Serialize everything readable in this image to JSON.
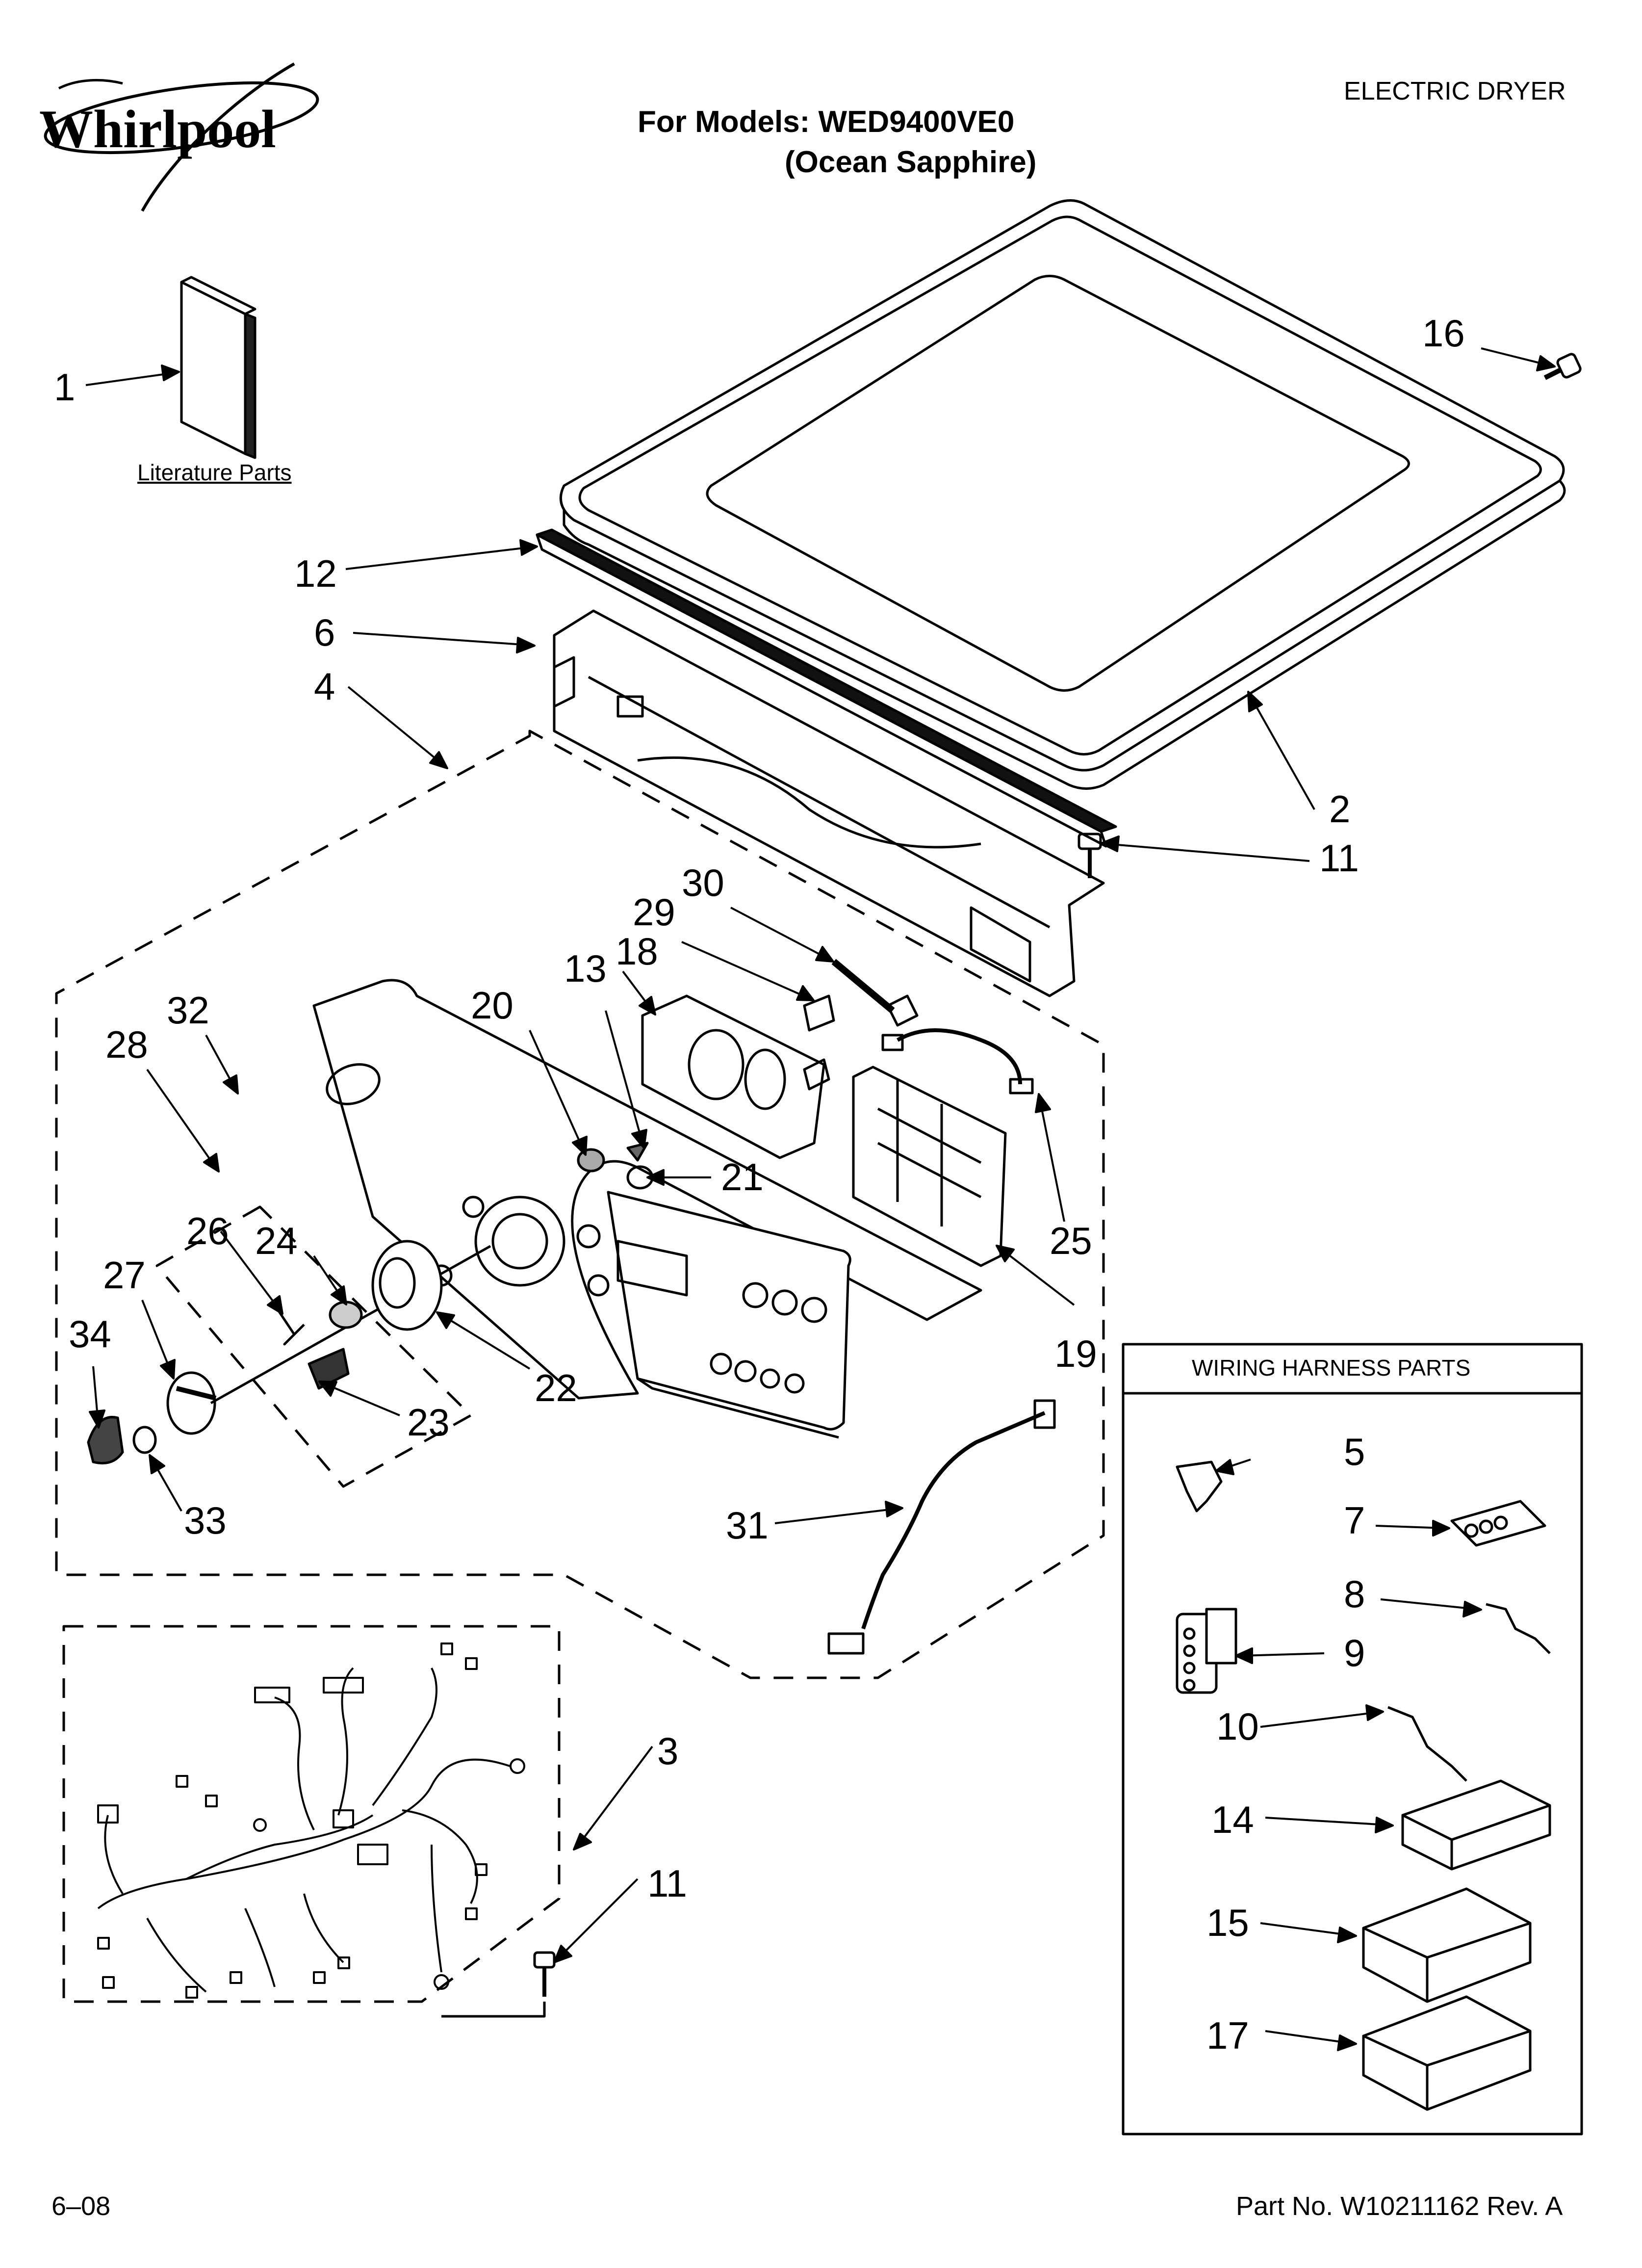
{
  "header": {
    "brand": "Whirlpool",
    "product_type": "ELECTRIC DRYER",
    "models_line": "For Models: WED9400VE0",
    "color_line": "(Ocean Sapphire)"
  },
  "footer": {
    "date": "6–08",
    "part_number": "Part No. W10211162 Rev. A"
  },
  "labels": {
    "literature": "Literature Parts",
    "wiring_harness": "WIRING HARNESS PARTS"
  },
  "callouts": [
    {
      "id": "c1",
      "text": "1"
    },
    {
      "id": "c2",
      "text": "2"
    },
    {
      "id": "c3",
      "text": "3"
    },
    {
      "id": "c4",
      "text": "4"
    },
    {
      "id": "c5",
      "text": "5"
    },
    {
      "id": "c6",
      "text": "6"
    },
    {
      "id": "c7",
      "text": "7"
    },
    {
      "id": "c8",
      "text": "8"
    },
    {
      "id": "c9",
      "text": "9"
    },
    {
      "id": "c10",
      "text": "10"
    },
    {
      "id": "c11a",
      "text": "11"
    },
    {
      "id": "c11b",
      "text": "11"
    },
    {
      "id": "c12",
      "text": "12"
    },
    {
      "id": "c13",
      "text": "13"
    },
    {
      "id": "c14",
      "text": "14"
    },
    {
      "id": "c15",
      "text": "15"
    },
    {
      "id": "c16",
      "text": "16"
    },
    {
      "id": "c17",
      "text": "17"
    },
    {
      "id": "c18",
      "text": "18"
    },
    {
      "id": "c19",
      "text": "19"
    },
    {
      "id": "c20",
      "text": "20"
    },
    {
      "id": "c21",
      "text": "21"
    },
    {
      "id": "c22",
      "text": "22"
    },
    {
      "id": "c23",
      "text": "23"
    },
    {
      "id": "c24",
      "text": "24"
    },
    {
      "id": "c25",
      "text": "25"
    },
    {
      "id": "c26",
      "text": "26"
    },
    {
      "id": "c27",
      "text": "27"
    },
    {
      "id": "c28",
      "text": "28"
    },
    {
      "id": "c29",
      "text": "29"
    },
    {
      "id": "c30",
      "text": "30"
    },
    {
      "id": "c31",
      "text": "31"
    },
    {
      "id": "c32",
      "text": "32"
    },
    {
      "id": "c33",
      "text": "33"
    },
    {
      "id": "c34",
      "text": "34"
    }
  ]
}
